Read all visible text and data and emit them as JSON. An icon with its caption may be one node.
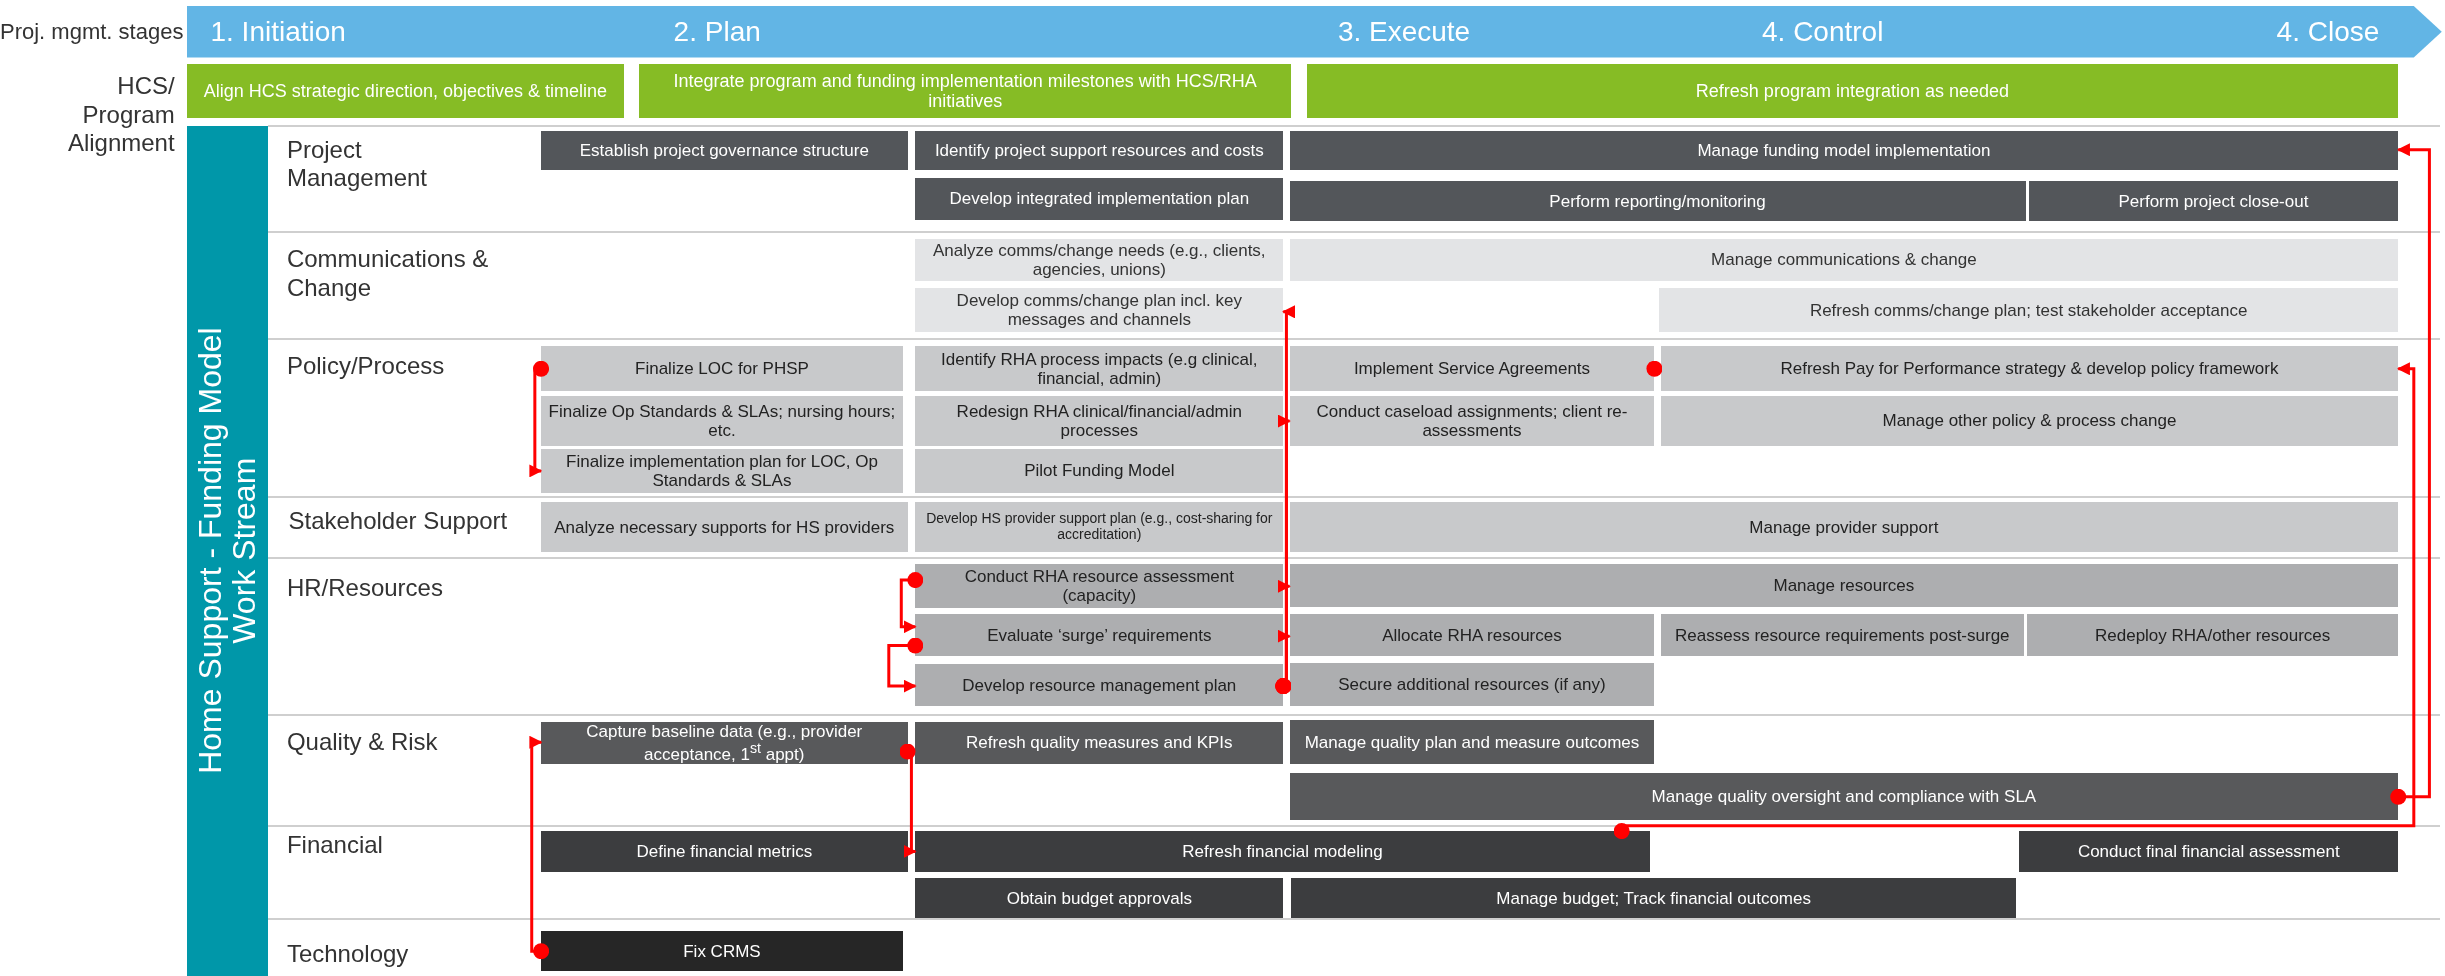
{
  "diagram": {
    "nodes": [
      {
        "text": [
          "1. Initiation",
          "2. Plan",
          "3. Execute",
          "4. Control",
          "4. Close"
        ]
      },
      {
        "text": [
          "Align HCS strategic direction, objectives & timeline"
        ]
      },
      {
        "text": [
          "Integrate program and funding implementation milestones with HCS/RHA initiatives"
        ]
      },
      {
        "text": [
          "Refresh program integration as needed"
        ]
      },
      {
        "text": [
          "Home Support - Funding Model Work Stream"
        ]
      },
      {
        "text": [
          "Establish project governance structure"
        ]
      },
      {
        "text": [
          "Identify project support resources and costs"
        ]
      },
      {
        "text": [
          "Manage funding model implementation"
        ]
      },
      {
        "text": [
          "Develop integrated implementation plan"
        ]
      },
      {
        "text": [
          "Perform reporting/monitoring"
        ]
      },
      {
        "text": [
          "Perform project close-out"
        ]
      },
      {
        "text": [
          "Analyze comms/change needs (e.g., clients, agencies, unions)"
        ]
      },
      {
        "text": [
          "Manage communications & change"
        ]
      },
      {
        "text": [
          "Develop comms/change plan incl. key messages and channels"
        ]
      },
      {
        "text": [
          "Refresh comms/change plan; test stakeholder acceptance"
        ]
      },
      {
        "text": [
          "Finalize LOC for PHSP"
        ]
      },
      {
        "text": [
          "Identify RHA process impacts (e.g clinical, financial, admin)"
        ]
      },
      {
        "text": [
          "Implement Service Agreements"
        ]
      },
      {
        "text": [
          "Refresh Pay for Performance strategy & develop policy framework"
        ]
      },
      {
        "text": [
          "Finalize Op Standards & SLAs; nursing hours; etc."
        ]
      },
      {
        "text": [
          "Redesign RHA clinical/financial/admin processes"
        ]
      },
      {
        "text": [
          "Conduct caseload assignments; client re-assessments"
        ]
      },
      {
        "text": [
          "Manage other policy & process change"
        ]
      },
      {
        "text": [
          "Finalize implementation plan for LOC, Op Standards & SLAs"
        ]
      },
      {
        "text": [
          "Pilot Funding Model"
        ]
      },
      {
        "text": [
          "Analyze necessary supports for HS providers"
        ]
      },
      {
        "text": [
          "Develop HS provider support plan (e.g., cost-sharing for accreditation)"
        ]
      },
      {
        "text": [
          "Manage provider support"
        ]
      },
      {
        "text": [
          "Conduct RHA resource assessment (capacity)"
        ]
      },
      {
        "text": [
          "Manage resources"
        ]
      },
      {
        "text": [
          "Evaluate ‘surge’ requirements"
        ]
      },
      {
        "text": [
          "Allocate RHA resources"
        ]
      },
      {
        "text": [
          "Reassess resource requirements post-surge"
        ]
      },
      {
        "text": [
          "Redeploy RHA/other resources"
        ]
      },
      {
        "text": [
          "Develop resource management plan"
        ]
      },
      {
        "text": [
          "Secure additional resources (if any)"
        ]
      },
      {
        "text": [
          "Capture baseline data (e.g., provider acceptance, 1$^{st}$ appt)"
        ]
      },
      {
        "text": [
          "Refresh quality measures and KPIs"
        ]
      },
      {
        "text": [
          "Manage quality plan and measure outcomes"
        ]
      },
      {
        "text": [
          "Manage quality oversight and compliance with SLA"
        ]
      },
      {
        "text": [
          "Define financial metrics"
        ]
      },
      {
        "text": [
          "Refresh financial modeling"
        ]
      },
      {
        "text": [
          "Conduct final financial assessment"
        ]
      },
      {
        "text": [
          "Obtain budget approvals"
        ]
      },
      {
        "text": [
          "Manage budget; Track financial outcomes"
        ]
      },
      {
        "text": [
          "Fix CRMS"
        ]
      }
    ],
    "edges": [
      {
        "from": 15,
        "to": 23,
        "arrow": "to"
      },
      {
        "from": 28,
        "to": 30,
        "arrow": "to"
      },
      {
        "from": 30,
        "to": 34,
        "arrow": "to"
      },
      {
        "from": 34,
        "to": 13,
        "arrow": "to"
      },
      {
        "from": 34,
        "to": 31,
        "arrow": "to"
      },
      {
        "from": 34,
        "to": 29,
        "arrow": "to"
      },
      {
        "from": 34,
        "to": 21,
        "arrow": "to"
      },
      {
        "from": 41,
        "to": 18,
        "arrow": "to"
      },
      {
        "from": 39,
        "to": 7,
        "arrow": "to"
      },
      {
        "from": 17,
        "to": 18,
        "arrow": "to"
      },
      {
        "from": 45,
        "to": 36,
        "arrow": "to"
      },
      {
        "from": 36,
        "to": 41,
        "arrow": "to"
      }
    ],
    "labels": [
      "Proj. mgmt. stages",
      "HCS/ Program Alignment",
      "Project Management",
      "Communications & Change",
      "Policy/Process",
      "Stakeholder Support",
      "HR/Resources",
      "Quality & Risk",
      "Financial",
      "Technology"
    ]
  }
}
